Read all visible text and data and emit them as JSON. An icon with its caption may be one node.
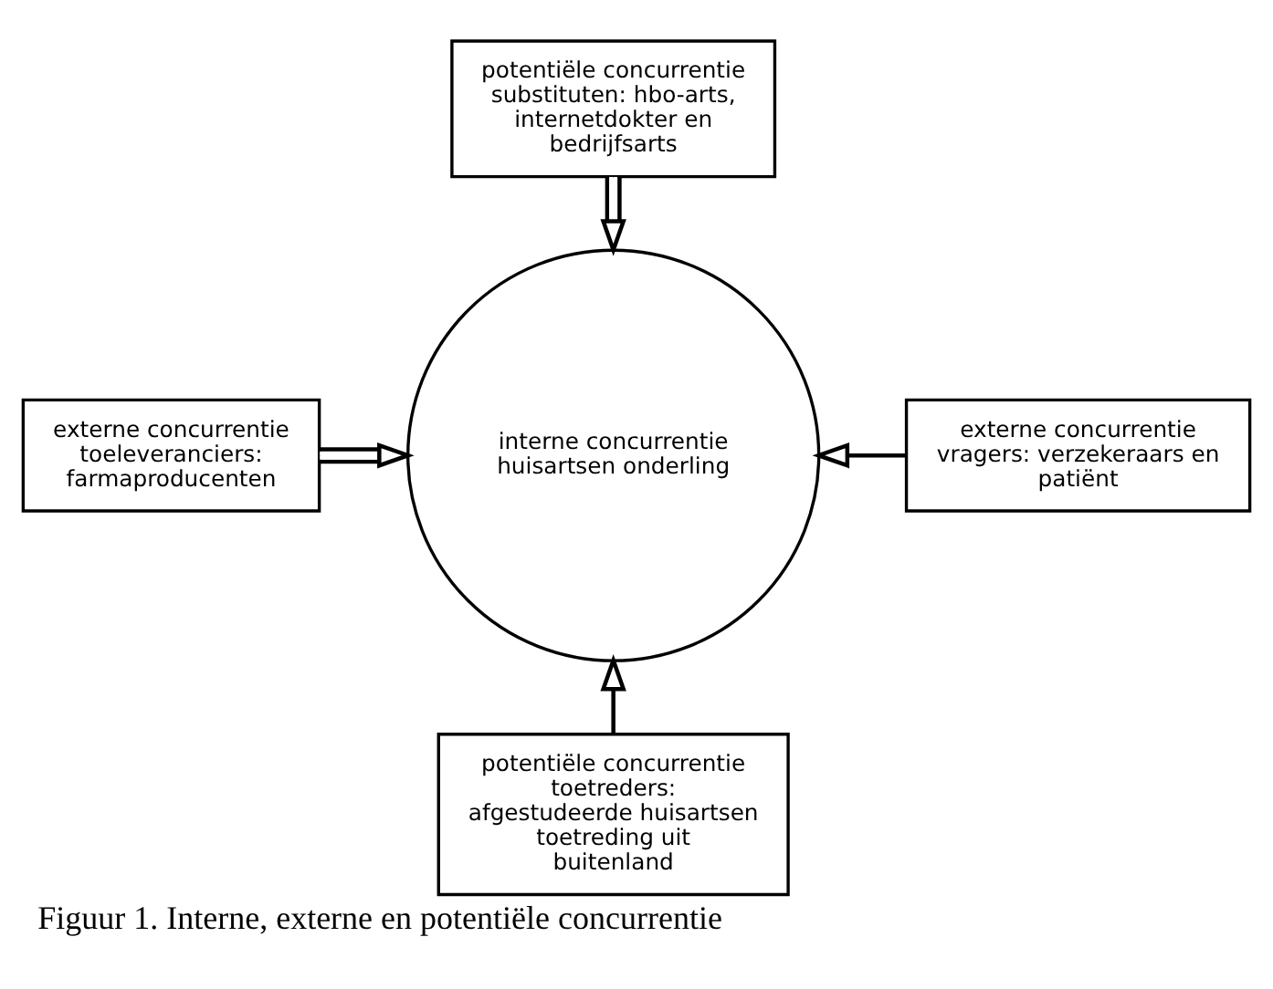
{
  "diagram": {
    "caption": "Figuur 1. Interne, externe en potentiële concurrentie",
    "nodes": [
      {
        "text": [
          "potentiële concurrentie",
          "substituten: hbo-arts, internetdokter en bedrijfsarts"
        ]
      },
      {
        "text": [
          "externe concurrentie",
          "toeleveranciers: farmaproducenten"
        ]
      },
      {
        "text": [
          "interne concurrentie huisartsen onderling"
        ]
      },
      {
        "text": [
          "externe concurrentie",
          "vragers: verzekeraars en patiënt"
        ]
      },
      {
        "text": [
          "potentiële concurrentie",
          "toetreders: afgestudeerde huisartsen toetreding uit buitenland"
        ]
      }
    ],
    "edges": [
      {
        "from": 0,
        "to": 2,
        "arrow": "to"
      },
      {
        "from": 1,
        "to": 2,
        "arrow": "to"
      },
      {
        "from": 3,
        "to": 2,
        "arrow": "to"
      },
      {
        "from": 4,
        "to": 2,
        "arrow": "to"
      }
    ]
  }
}
